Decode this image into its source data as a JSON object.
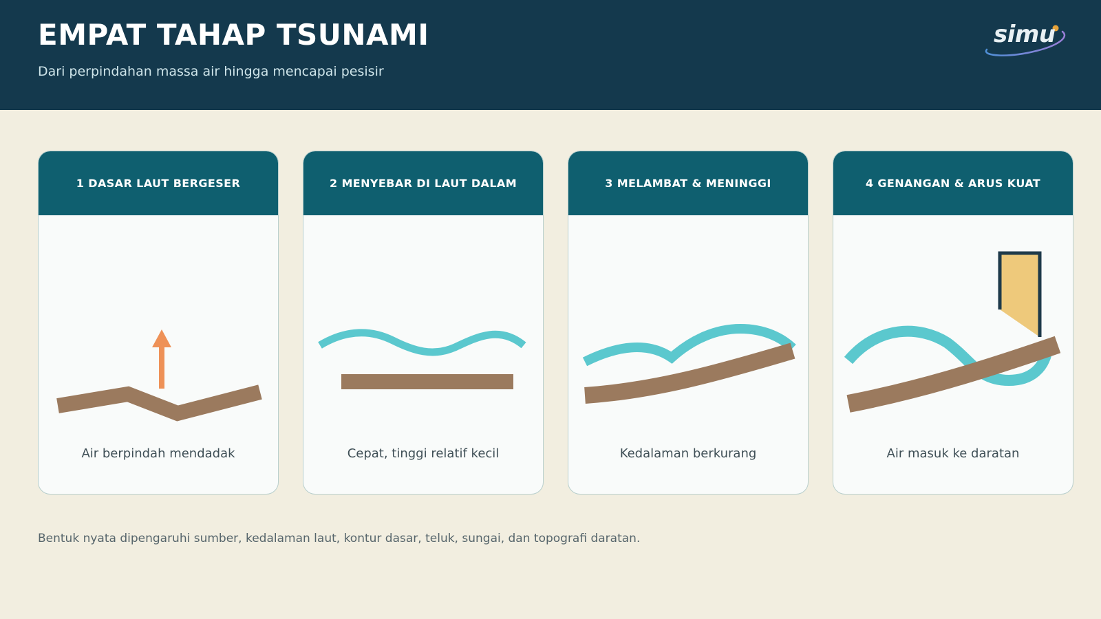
{
  "header": {
    "title": "EMPAT TAHAP TSUNAMI",
    "subtitle": "Dari perpindahan massa air hingga mencapai pesisir",
    "logo_text": "simu"
  },
  "colors": {
    "header_bg": "#14394d",
    "card_header": "#0f5f6f",
    "water": "#5bc8ce",
    "seabed": "#9b7a5e",
    "arrow": "#ee9157",
    "building_fill": "#eec97b",
    "building_outline": "#1e3a4a",
    "background": "#f2eee0"
  },
  "stages": [
    {
      "title": "1 DASAR LAUT BERGESER",
      "caption": "Air berpindah mendadak",
      "icon": "seabed-shift-arrow-icon"
    },
    {
      "title": "2 MENYEBAR DI LAUT DALAM",
      "caption": "Cepat, tinggi relatif kecil",
      "icon": "deep-ocean-wave-icon"
    },
    {
      "title": "3 MELAMBAT & MENINGGI",
      "caption": "Kedalaman berkurang",
      "icon": "shoaling-wave-icon"
    },
    {
      "title": "4 GENANGAN & ARUS KUAT",
      "caption": "Air masuk ke daratan",
      "icon": "inundation-building-icon"
    }
  ],
  "footer": {
    "note": "Bentuk nyata dipengaruhi sumber, kedalaman laut, kontur dasar, teluk, sungai, dan topografi daratan."
  }
}
